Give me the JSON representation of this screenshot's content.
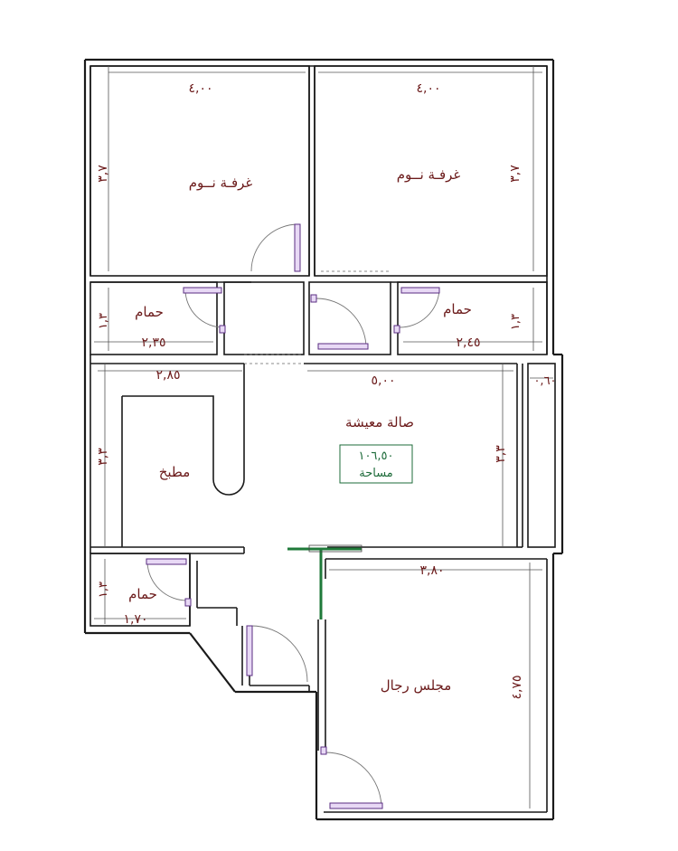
{
  "rooms": {
    "bedroom_left": "غرفـة نــوم",
    "bedroom_right": "غرفـة نــوم",
    "bath_left": "حمام",
    "bath_right": "حمام",
    "living": "صالة معيشة",
    "kitchen": "مطبخ",
    "bath_bottom": "حمام",
    "majlis": "مجلس رجال"
  },
  "area": {
    "value": "١٠٦,٥٠",
    "label": "مساحة"
  },
  "dimensions": {
    "bedroom_left_width": "٤,٠٠",
    "bedroom_right_width": "٤,٠٠",
    "bedroom_left_height": "٣,٧",
    "bedroom_right_height": "٣,٧",
    "bath_left_height": "١,٣",
    "bath_left_width": "٢,٣٥",
    "bath_right_height": "١,٣",
    "bath_right_width": "٢,٤٥",
    "kitchen_width": "٢,٨٥",
    "living_width": "٥,٠٠",
    "side_strip_width": "٠,٦٠",
    "kitchen_height": "٣,٣",
    "living_height": "٣,٣",
    "bath_bottom_height": "١,٣",
    "bath_bottom_width": "١,٧٠",
    "majlis_width": "٣,٨٠",
    "majlis_height": "٤,٧٥"
  }
}
